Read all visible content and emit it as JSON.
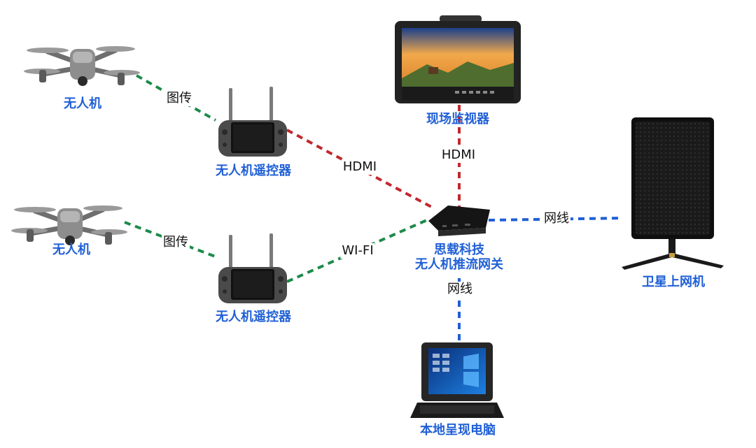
{
  "nodes": {
    "drone_top": "无人机",
    "drone_bottom": "无人机",
    "controller_top": "无人机遥控器",
    "controller_bottom": "无人机遥控器",
    "monitor": "现场监视器",
    "gateway_line1": "思载科技",
    "gateway_line2": "无人机推流网关",
    "satellite": "卫星上网机",
    "laptop": "本地呈现电脑"
  },
  "edges": {
    "drone_top_to_controller": "图传",
    "drone_bottom_to_controller": "图传",
    "controller_top_to_gateway": "HDMI",
    "monitor_to_gateway": "HDMI",
    "controller_bottom_to_gateway": "WI-FI",
    "gateway_to_satellite": "网线",
    "gateway_to_laptop": "网线"
  },
  "colors": {
    "label_blue": "#1f5fd6",
    "video_link_green": "#1e8a4a",
    "hdmi_red": "#c0282d",
    "ethernet_blue": "#1f5fd6"
  },
  "icons": [
    "drone-icon",
    "remote-controller-icon",
    "field-monitor-icon",
    "streaming-gateway-icon",
    "satellite-terminal-icon",
    "rugged-laptop-icon"
  ]
}
